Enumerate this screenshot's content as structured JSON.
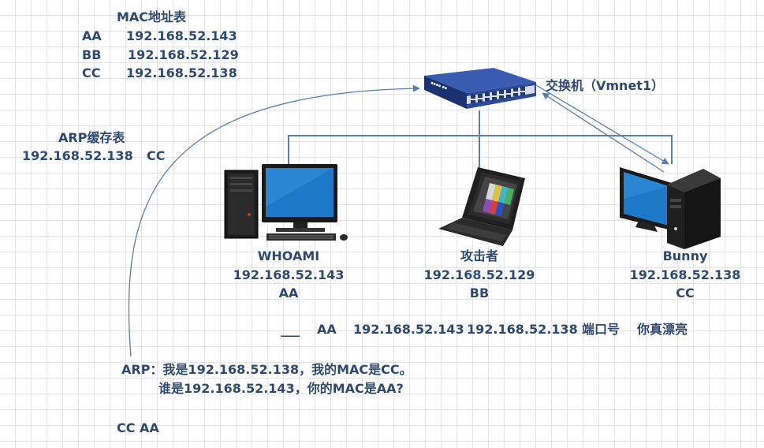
{
  "mac_table": {
    "title": "MAC地址表",
    "rows": [
      {
        "mac": "AA",
        "ip": "192.168.52.143"
      },
      {
        "mac": "BB",
        "ip": "192.168.52.129"
      },
      {
        "mac": "CC",
        "ip": "192.168.52.138"
      }
    ]
  },
  "arp_cache": {
    "title": "ARP缓存表",
    "ip": "192.168.52.138",
    "mac": "CC"
  },
  "switch": {
    "label": "交换机（Vmnet1）"
  },
  "hosts": [
    {
      "name": "WHOAMI",
      "ip": "192.168.52.143",
      "mac": "AA"
    },
    {
      "name": "攻击者",
      "ip": "192.168.52.129",
      "mac": "BB"
    },
    {
      "name": "Bunny",
      "ip": "192.168.52.138",
      "mac": "CC"
    }
  ],
  "frame": {
    "blank": "___",
    "dst_mac": "AA",
    "dst_ip": "192.168.52.143",
    "src_ip": "192.168.52.138",
    "port": "端口号",
    "payload": "你真漂亮"
  },
  "arp_message": {
    "line1": "ARP：我是192.168.52.138，我的MAC是CC。",
    "line2": "谁是192.168.52.143，你的MAC是AA?"
  },
  "footer_macs": "CC AA",
  "colors": {
    "text": "#2f4a6e",
    "connector": "#5b7fa8",
    "screen_blue": "#1e78c8",
    "switch_blue": "#2c4a9a"
  }
}
